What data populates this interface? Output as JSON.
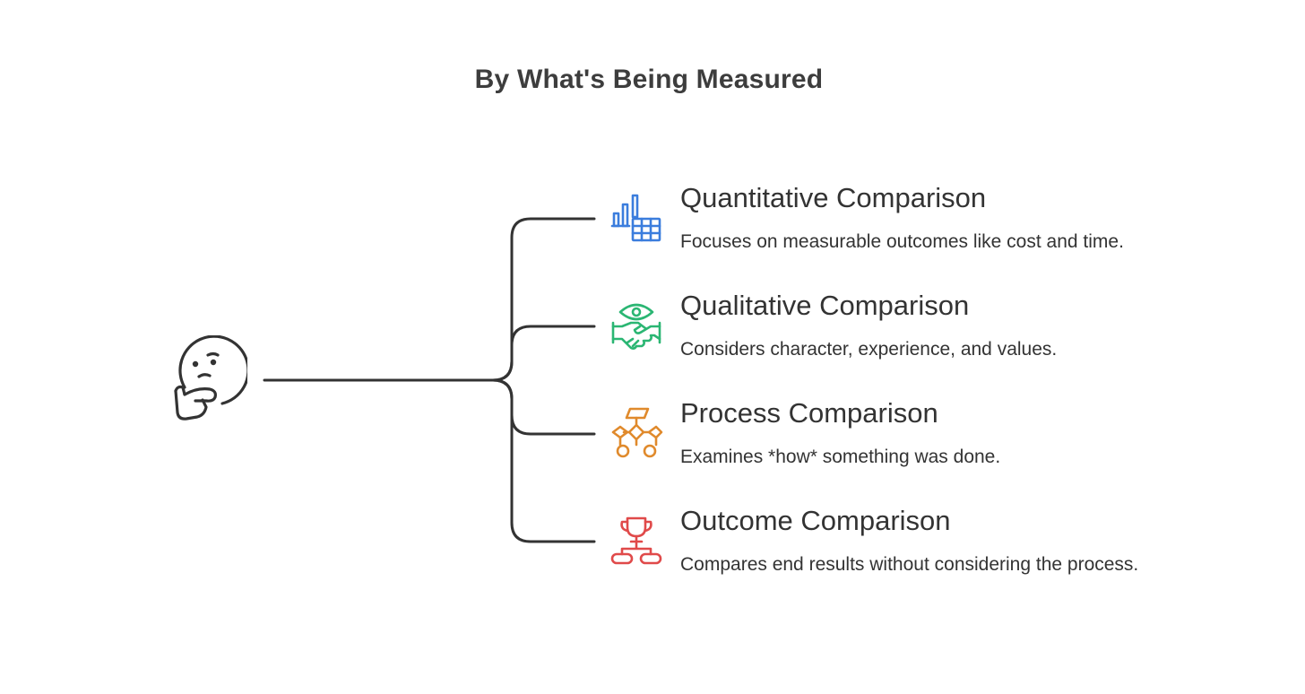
{
  "title": "By What's Being Measured",
  "root": {
    "icon": "thinking-face-icon",
    "color": "#333333"
  },
  "connector_color": "#333333",
  "items": [
    {
      "heading": "Quantitative Comparison",
      "description": "Focuses on measurable outcomes like cost and time.",
      "icon": "bar-chart-table-icon",
      "color": "#3b7ddd"
    },
    {
      "heading": "Qualitative Comparison",
      "description": "Considers character, experience, and values.",
      "icon": "eye-handshake-icon",
      "color": "#2bb673"
    },
    {
      "heading": "Process Comparison",
      "description": "Examines *how* something was done.",
      "icon": "flowchart-icon",
      "color": "#e08a2c"
    },
    {
      "heading": "Outcome Comparison",
      "description": "Compares end results without considering the process.",
      "icon": "trophy-flow-icon",
      "color": "#e04a4a"
    }
  ]
}
